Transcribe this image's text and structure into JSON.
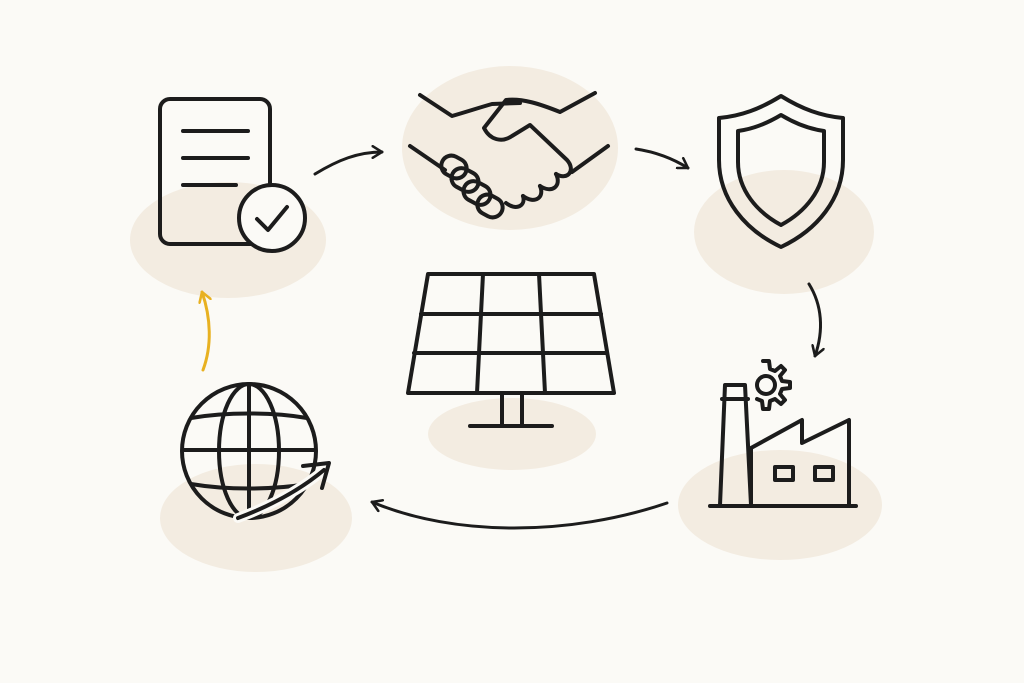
{
  "diagram": {
    "colors": {
      "background": "#fbfaf6",
      "line": "#1c1c1c",
      "blob": "#f3ece1",
      "accent_arrow": "#e8b121"
    },
    "nodes": [
      {
        "id": "document-approved",
        "icon": "document-check-icon"
      },
      {
        "id": "partnership",
        "icon": "handshake-icon"
      },
      {
        "id": "protection",
        "icon": "shield-icon"
      },
      {
        "id": "manufacturing",
        "icon": "factory-gear-icon"
      },
      {
        "id": "global-export",
        "icon": "globe-arrow-icon"
      }
    ],
    "center": {
      "id": "solar",
      "icon": "solar-panel-icon"
    },
    "edges": [
      {
        "from": "document-approved",
        "to": "partnership"
      },
      {
        "from": "partnership",
        "to": "protection"
      },
      {
        "from": "protection",
        "to": "manufacturing"
      },
      {
        "from": "manufacturing",
        "to": "global-export"
      },
      {
        "from": "global-export",
        "to": "document-approved",
        "highlight": true
      }
    ]
  }
}
